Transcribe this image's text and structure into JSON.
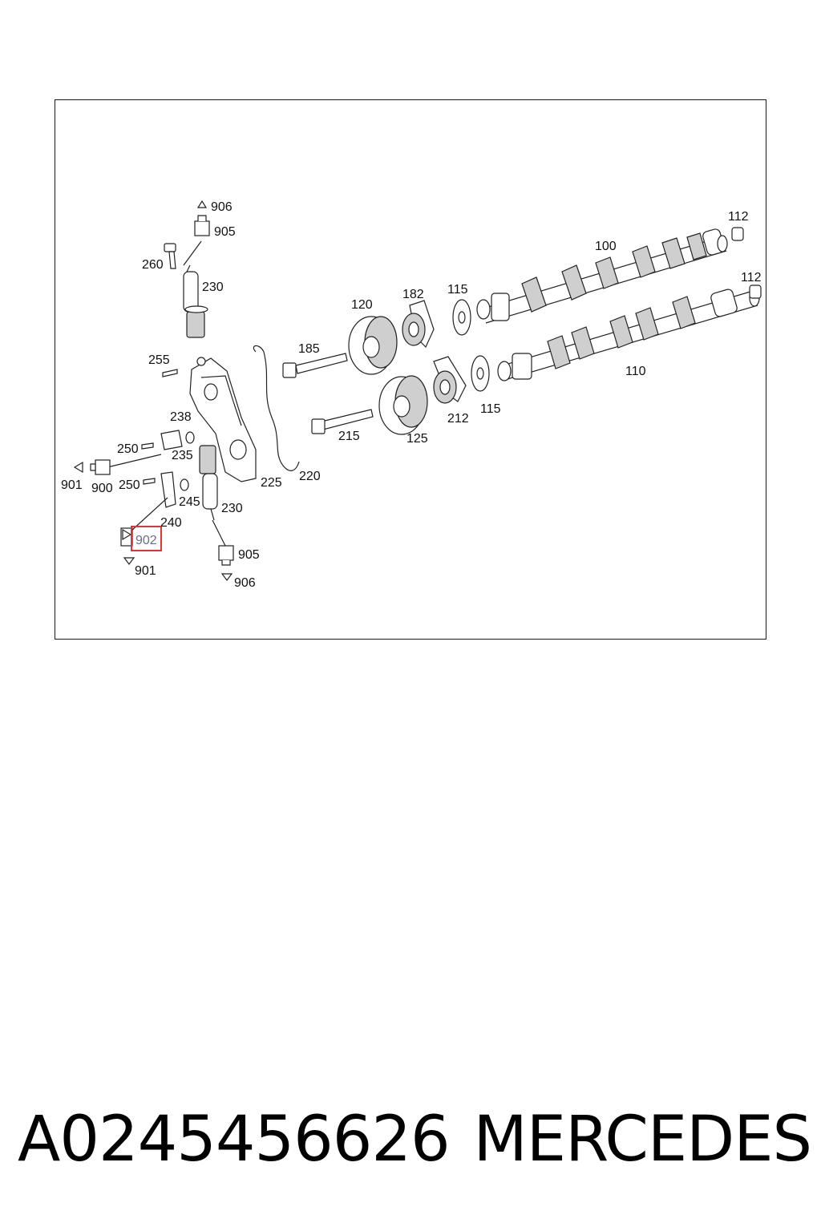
{
  "labels": {
    "l906a": "906",
    "l905a": "905",
    "l260": "260",
    "l230a": "230",
    "l112a": "112",
    "l100": "100",
    "l112b": "112",
    "l182": "182",
    "l115a": "115",
    "l120": "120",
    "l185": "185",
    "l255": "255",
    "l110": "110",
    "l238": "238",
    "l212": "212",
    "l115b": "115",
    "l215": "215",
    "l125": "125",
    "l250a": "250",
    "l235": "235",
    "l901a": "901",
    "l900": "900",
    "l250b": "250",
    "l225": "225",
    "l220": "220",
    "l245": "245",
    "l230b": "230",
    "l240": "240",
    "l902": "902",
    "l905b": "905",
    "l901b": "901",
    "l906b": "906"
  },
  "highlight": {
    "label": "902",
    "color": "#e0323a"
  },
  "footer": {
    "part_number": "A0245456626",
    "brand": "MERCEDES"
  }
}
